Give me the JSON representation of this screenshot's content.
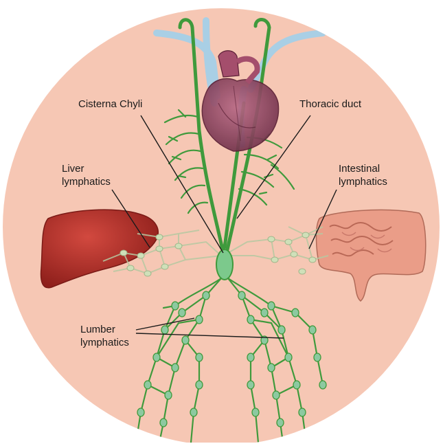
{
  "labels": {
    "cisterna_chyli": "Cisterna Chyli",
    "thoracic_duct": "Thoracic duct",
    "liver_line1": "Liver",
    "liver_line2": "lymphatics",
    "intestinal_line1": "Intestinal",
    "intestinal_line2": "lymphatics",
    "lumber_line1": "Lumber",
    "lumber_line2": "lymphatics"
  },
  "colors": {
    "background_disc": "#f6c7b4",
    "lymph_vessel": "#3f9a3c",
    "lymph_node": "#8cc9a0",
    "liver": "#b3312b",
    "intestine": "#e9a08b",
    "heart": "#9b4d6a",
    "vein": "#a9cfe5",
    "leader_line": "#1a1a1a"
  },
  "icons": [
    "heart-illustration",
    "liver-illustration",
    "intestine-illustration",
    "lymph-node-icon"
  ]
}
